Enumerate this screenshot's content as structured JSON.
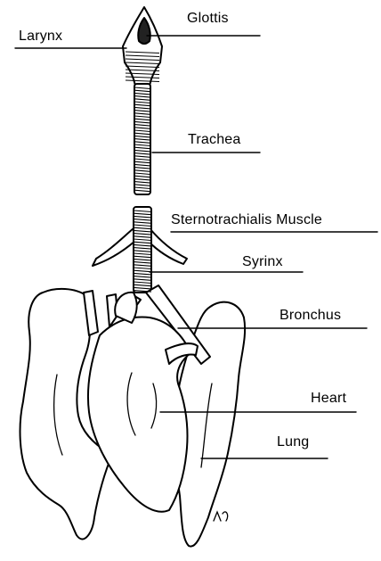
{
  "labels": {
    "glottis": "Glottis",
    "larynx": "Larynx",
    "trachea": "Trachea",
    "sternotrachialis": "Sternotrachialis Muscle",
    "syrinx": "Syrinx",
    "bronchus": "Bronchus",
    "heart": "Heart",
    "lung": "Lung"
  },
  "colors": {
    "ink": "#000000",
    "paper": "#ffffff"
  }
}
